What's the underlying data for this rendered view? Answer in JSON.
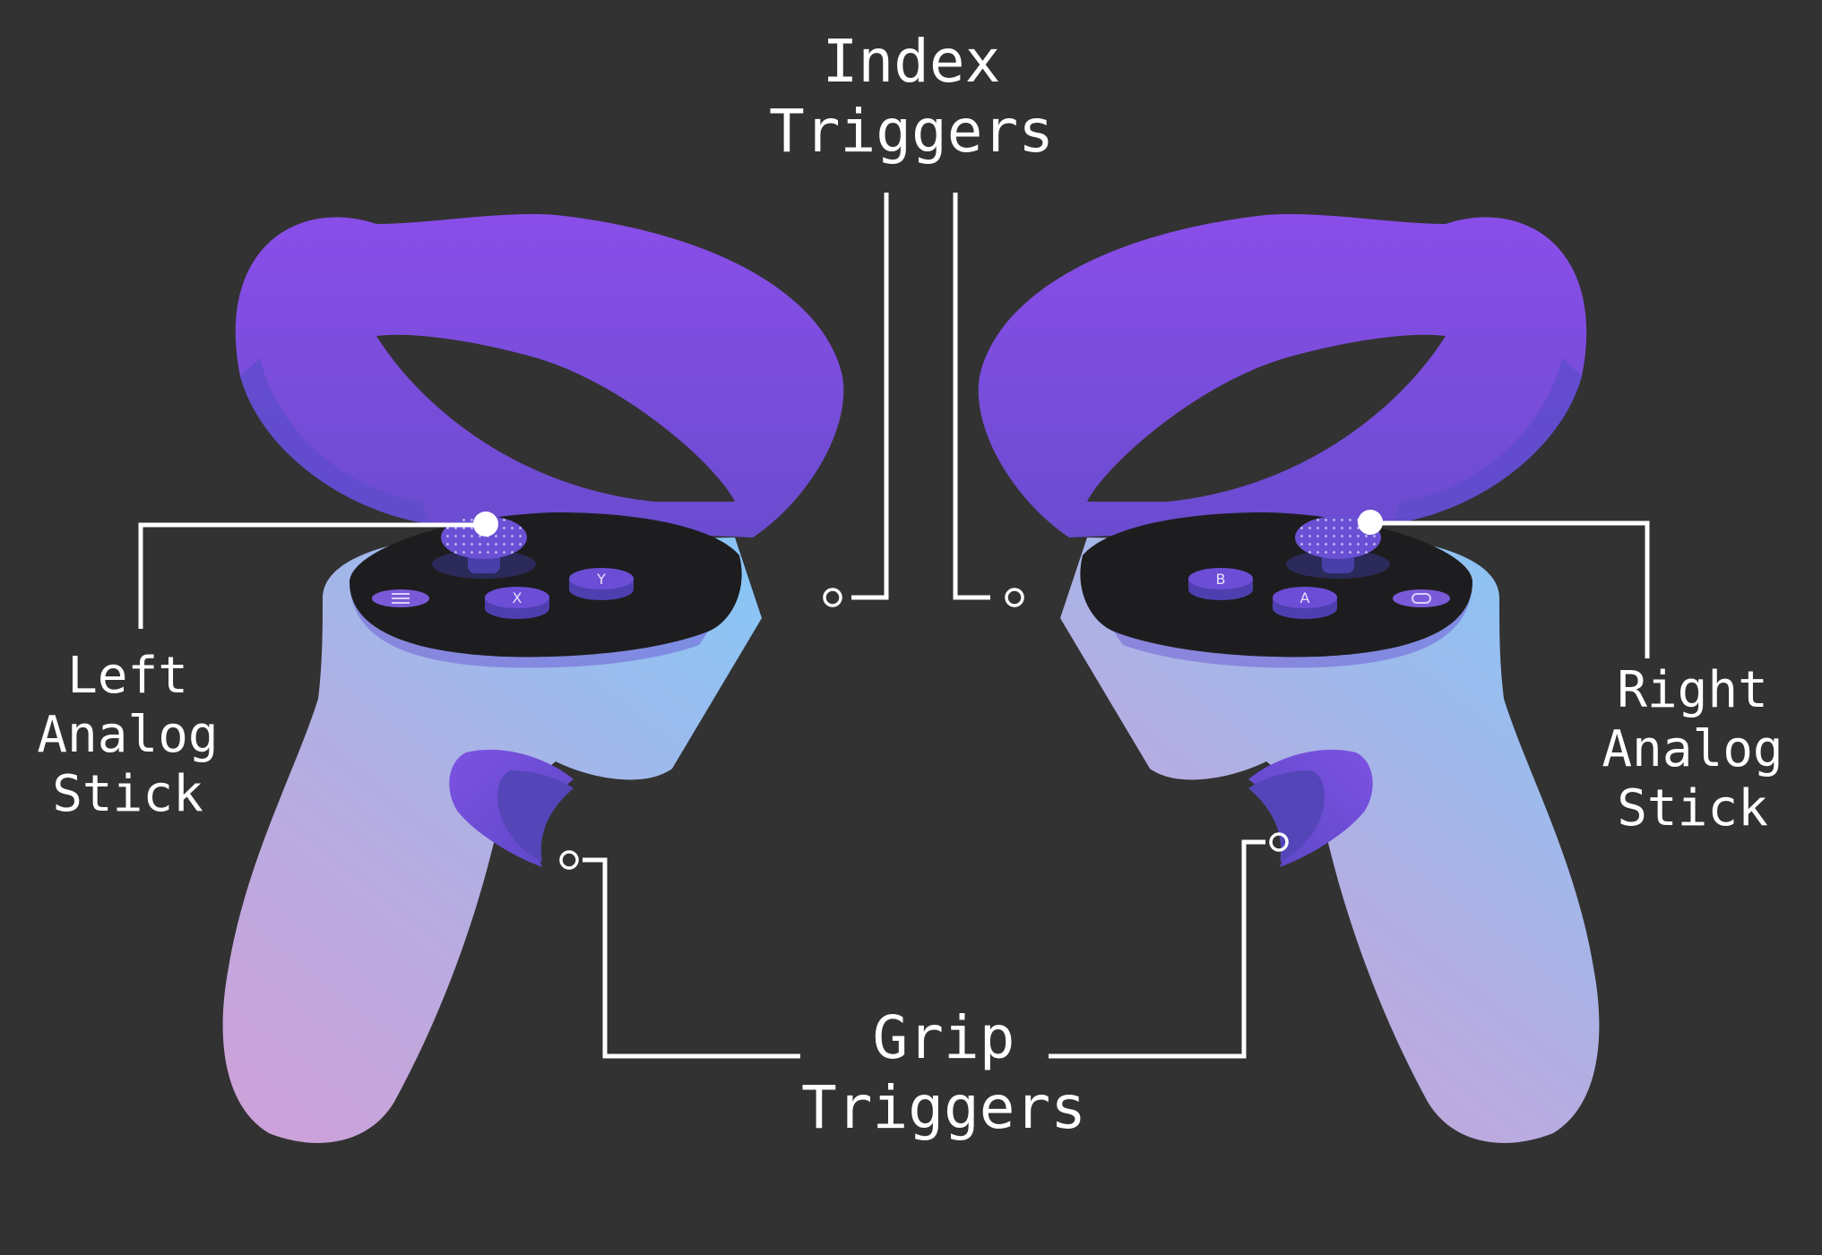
{
  "labels": {
    "index_triggers": [
      "Index",
      "Triggers"
    ],
    "grip_triggers": [
      "Grip",
      "Triggers"
    ],
    "left_stick": [
      "Left",
      "Analog",
      "Stick"
    ],
    "right_stick": [
      "Right",
      "Analog",
      "Stick"
    ]
  },
  "left_controller": {
    "buttons": [
      "X",
      "Y"
    ],
    "menu_icon": "menu-icon"
  },
  "right_controller": {
    "buttons": [
      "A",
      "B"
    ],
    "home_icon": "oculus-home-icon"
  },
  "colors": {
    "background": "#323232",
    "ring_top": "#8a4de8",
    "ring_bottom": "#6a4fd0",
    "body_top": "#8cc4f4",
    "body_bottom": "#c9a2dc",
    "faceplate": "#1e1e1e",
    "button": "#6a4fd0",
    "line": "#ffffff"
  }
}
